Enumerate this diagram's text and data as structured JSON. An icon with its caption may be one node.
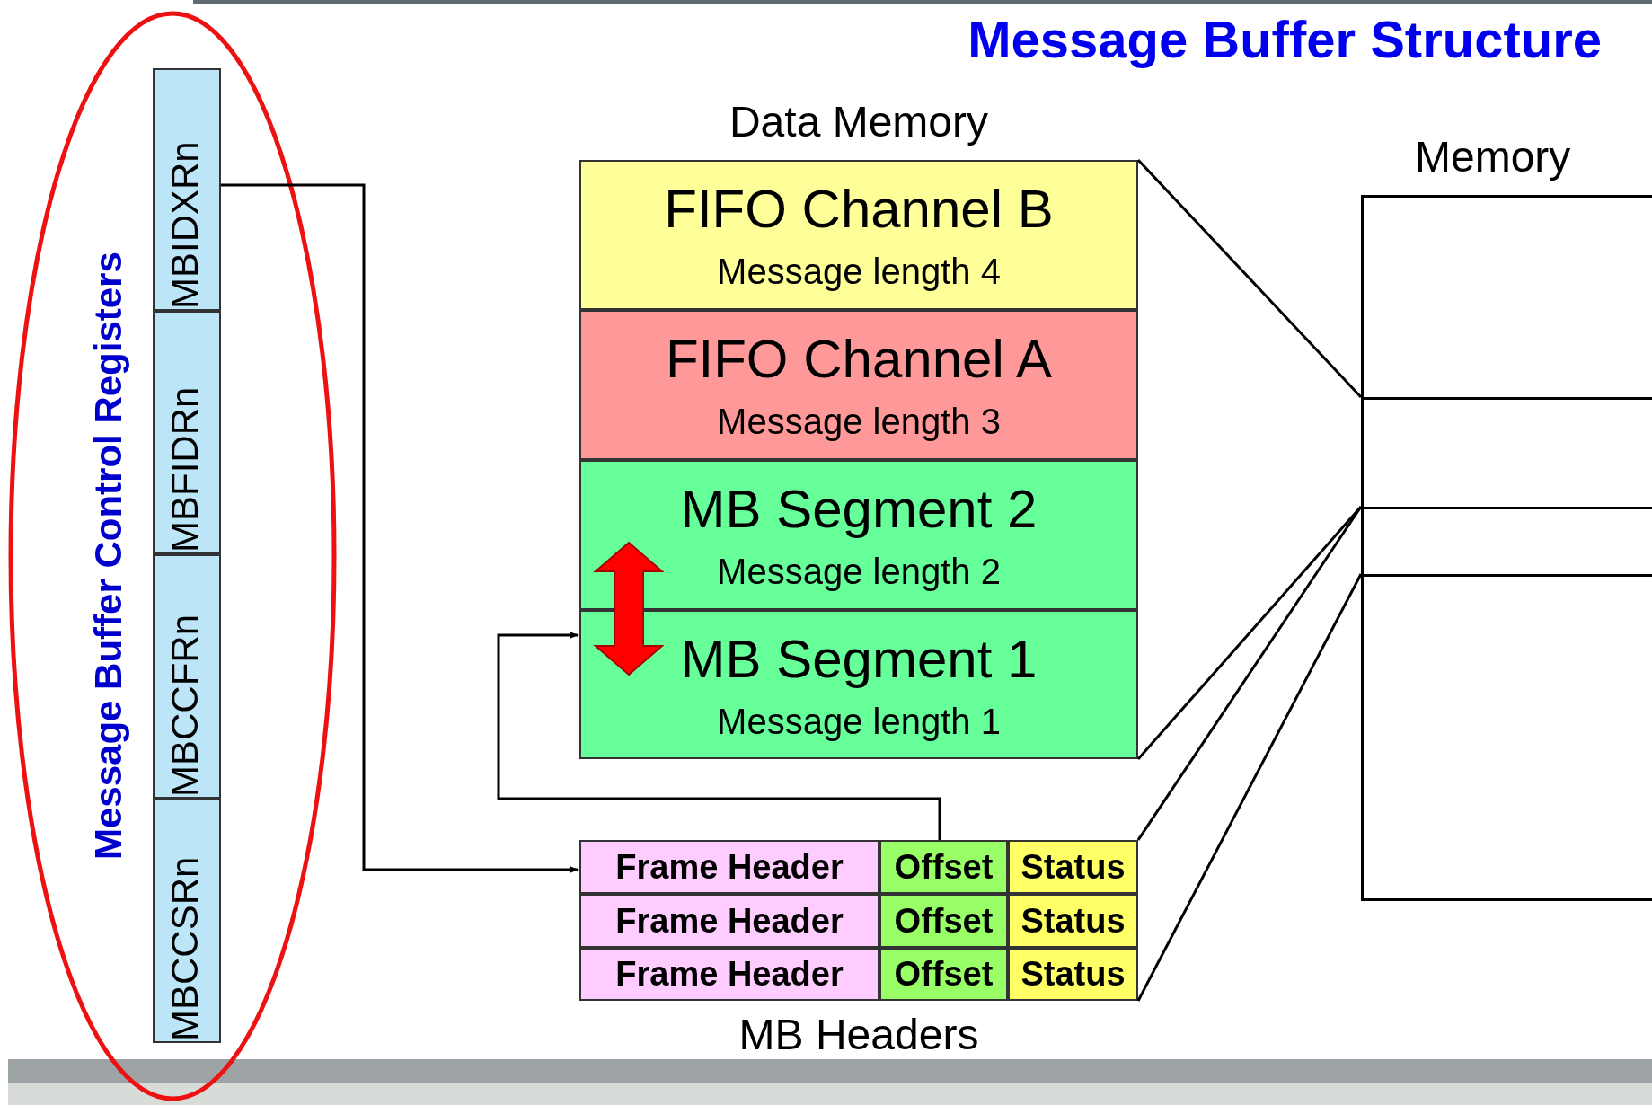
{
  "diagram": {
    "title": "Message Buffer Structure",
    "nodes": [
      {
        "text": [
          "Message Buffer Control Registers"
        ]
      },
      {
        "text": [
          "MBIDXRn"
        ],
        "in": 0
      },
      {
        "text": [
          "MBFIDRn"
        ],
        "in": 0
      },
      {
        "text": [
          "MBCCFRn"
        ],
        "in": 0
      },
      {
        "text": [
          "MBCCSRn"
        ],
        "in": 0
      },
      {
        "text": [
          "Data Memory"
        ]
      },
      {
        "text": [
          "FIFO Channel B",
          "Message length 4"
        ],
        "in": 5
      },
      {
        "text": [
          "FIFO Channel A",
          "Message length 3"
        ],
        "in": 5
      },
      {
        "text": [
          "MB Segment 2",
          "Message length 2"
        ],
        "in": 5
      },
      {
        "text": [
          "MB Segment 1",
          "Message length 1"
        ],
        "in": 5
      },
      {
        "text": [
          "MB Headers"
        ]
      },
      {
        "text": [
          "Frame Header",
          "Offset",
          "Status"
        ],
        "in": 10
      },
      {
        "text": [
          "Frame Header",
          "Offset",
          "Status"
        ],
        "in": 10
      },
      {
        "text": [
          "Frame Header",
          "Offset",
          "Status"
        ],
        "in": 10
      },
      {
        "text": [
          "Memory"
        ]
      },
      {
        "text": [],
        "shape": "box",
        "in": 14
      },
      {
        "text": [],
        "shape": "box",
        "in": 14
      },
      {
        "text": [],
        "shape": "box",
        "in": 14
      },
      {
        "text": [],
        "shape": "box",
        "in": 14
      }
    ],
    "edges": [
      {
        "from": 1,
        "to": 11,
        "arrow": "to"
      },
      {
        "from": 11,
        "to": 9,
        "arrow": "to"
      },
      {
        "from": 5,
        "to": 16,
        "arrow": "none"
      },
      {
        "from": 5,
        "to": 16,
        "arrow": "none"
      },
      {
        "from": 10,
        "to": 17,
        "arrow": "none"
      },
      {
        "from": 10,
        "to": 17,
        "arrow": "none"
      },
      {
        "from": 8,
        "to": 9,
        "arrow": "both",
        "style": "thick",
        "color": "#ff0000"
      }
    ]
  }
}
